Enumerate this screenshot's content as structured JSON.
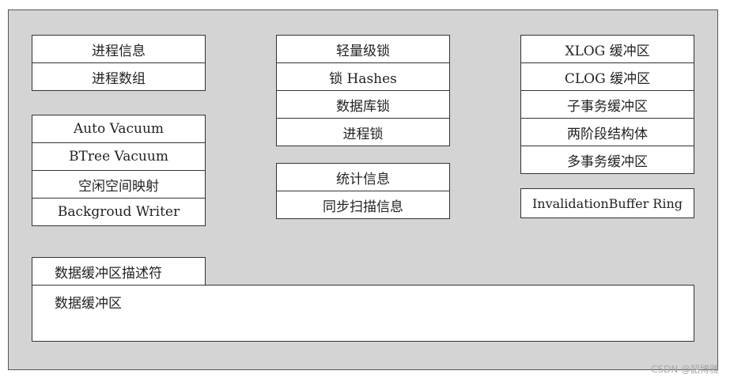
{
  "column1": {
    "group1": [
      "进程信息",
      "进程数组"
    ],
    "group2": [
      "Auto Vacuum",
      "BTree Vacuum",
      "空闲空间映射",
      "Backgroud Writer"
    ]
  },
  "column2": {
    "group1": [
      "轻量级锁",
      "锁 Hashes",
      "数据库锁",
      "进程锁"
    ],
    "group2": [
      "统计信息",
      "同步扫描信息"
    ]
  },
  "column3": {
    "group1": [
      "XLOG 缓冲区",
      "CLOG 缓冲区",
      "子事务缓冲区",
      "两阶段结构体",
      "多事务缓冲区"
    ],
    "group2": [
      "InvalidationBuffer Ring"
    ]
  },
  "buffer": {
    "descriptor": "数据缓冲区描述符",
    "area": "数据缓冲区"
  },
  "watermark": "CSDN @韶博雅",
  "colors": {
    "frame_background": "#d4d4d4",
    "cell_background": "#ffffff",
    "border": "#333333"
  }
}
